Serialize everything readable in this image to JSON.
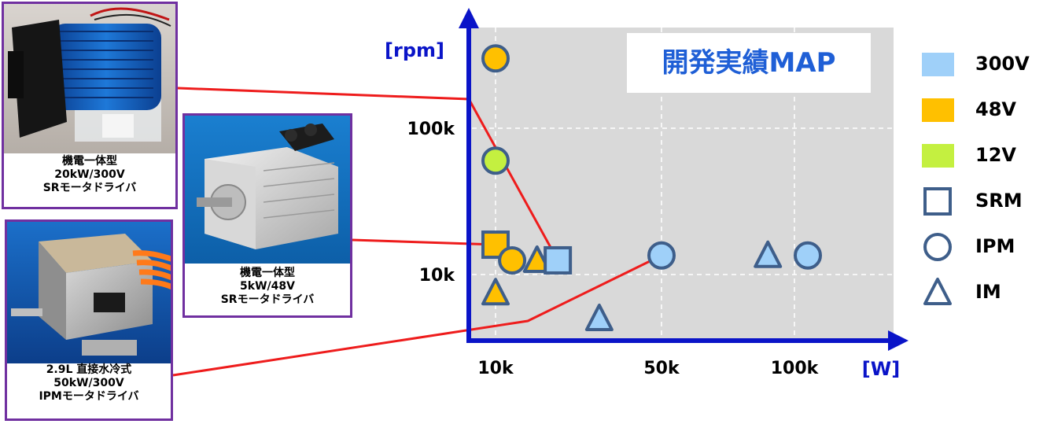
{
  "photos": [
    {
      "caption": [
        "機電一体型",
        "20kW/300V",
        "SRモータドライバ"
      ]
    },
    {
      "caption": [
        "機電一体型",
        "5kW/48V",
        "SRモータドライバ"
      ]
    },
    {
      "caption": [
        "2.9L 直接水冷式",
        "50kW/300V",
        "IPMモータドライバ"
      ]
    }
  ],
  "map_title": "開発実績MAP",
  "colors": {
    "v300": "#9fd0f9",
    "v48": "#ffc000",
    "v12": "#c4f040",
    "marker_stroke": "#3e5e8a",
    "axis": "#0a14c8",
    "plot_bg": "#d9d9d9",
    "connector": "#ee1c1c",
    "frame": "#7030a0"
  },
  "legend": [
    {
      "key": "v300",
      "label": "300V",
      "kind": "swatch",
      "color": "#9fd0f9"
    },
    {
      "key": "v48",
      "label": "48V",
      "kind": "swatch",
      "color": "#ffc000"
    },
    {
      "key": "v12",
      "label": "12V",
      "kind": "swatch",
      "color": "#c4f040"
    },
    {
      "key": "srm",
      "label": "SRM",
      "kind": "square"
    },
    {
      "key": "ipm",
      "label": "IPM",
      "kind": "circle"
    },
    {
      "key": "im",
      "label": "IM",
      "kind": "triangle"
    }
  ],
  "chart_data": {
    "type": "scatter",
    "x_unit": "[W]",
    "y_unit": "[rpm]",
    "x_ticks": [
      {
        "value": 10000,
        "label": "10k"
      },
      {
        "value": 50000,
        "label": "50k"
      },
      {
        "value": 100000,
        "label": "100k"
      }
    ],
    "y_ticks": [
      {
        "value": 10000,
        "label": "10k"
      },
      {
        "value": 100000,
        "label": "100k"
      }
    ],
    "y_scale": "log",
    "grid": true,
    "points": [
      {
        "x": 10000,
        "y": 300000,
        "shape": "circle",
        "voltage": "48V"
      },
      {
        "x": 10000,
        "y": 60000,
        "shape": "circle",
        "voltage": "12V"
      },
      {
        "x": 10000,
        "y": 16000,
        "shape": "square",
        "voltage": "48V"
      },
      {
        "x": 10000,
        "y": 7500,
        "shape": "triangle",
        "voltage": "48V"
      },
      {
        "x": 14000,
        "y": 12500,
        "shape": "circle",
        "voltage": "48V"
      },
      {
        "x": 20000,
        "y": 12500,
        "shape": "triangle",
        "voltage": "48V"
      },
      {
        "x": 25000,
        "y": 12500,
        "shape": "square",
        "voltage": "300V"
      },
      {
        "x": 35000,
        "y": 5000,
        "shape": "triangle",
        "voltage": "300V"
      },
      {
        "x": 50000,
        "y": 13500,
        "shape": "circle",
        "voltage": "300V"
      },
      {
        "x": 90000,
        "y": 13500,
        "shape": "triangle",
        "voltage": "300V"
      },
      {
        "x": 105000,
        "y": 13500,
        "shape": "circle",
        "voltage": "300V"
      }
    ],
    "legend_placement": "right"
  }
}
